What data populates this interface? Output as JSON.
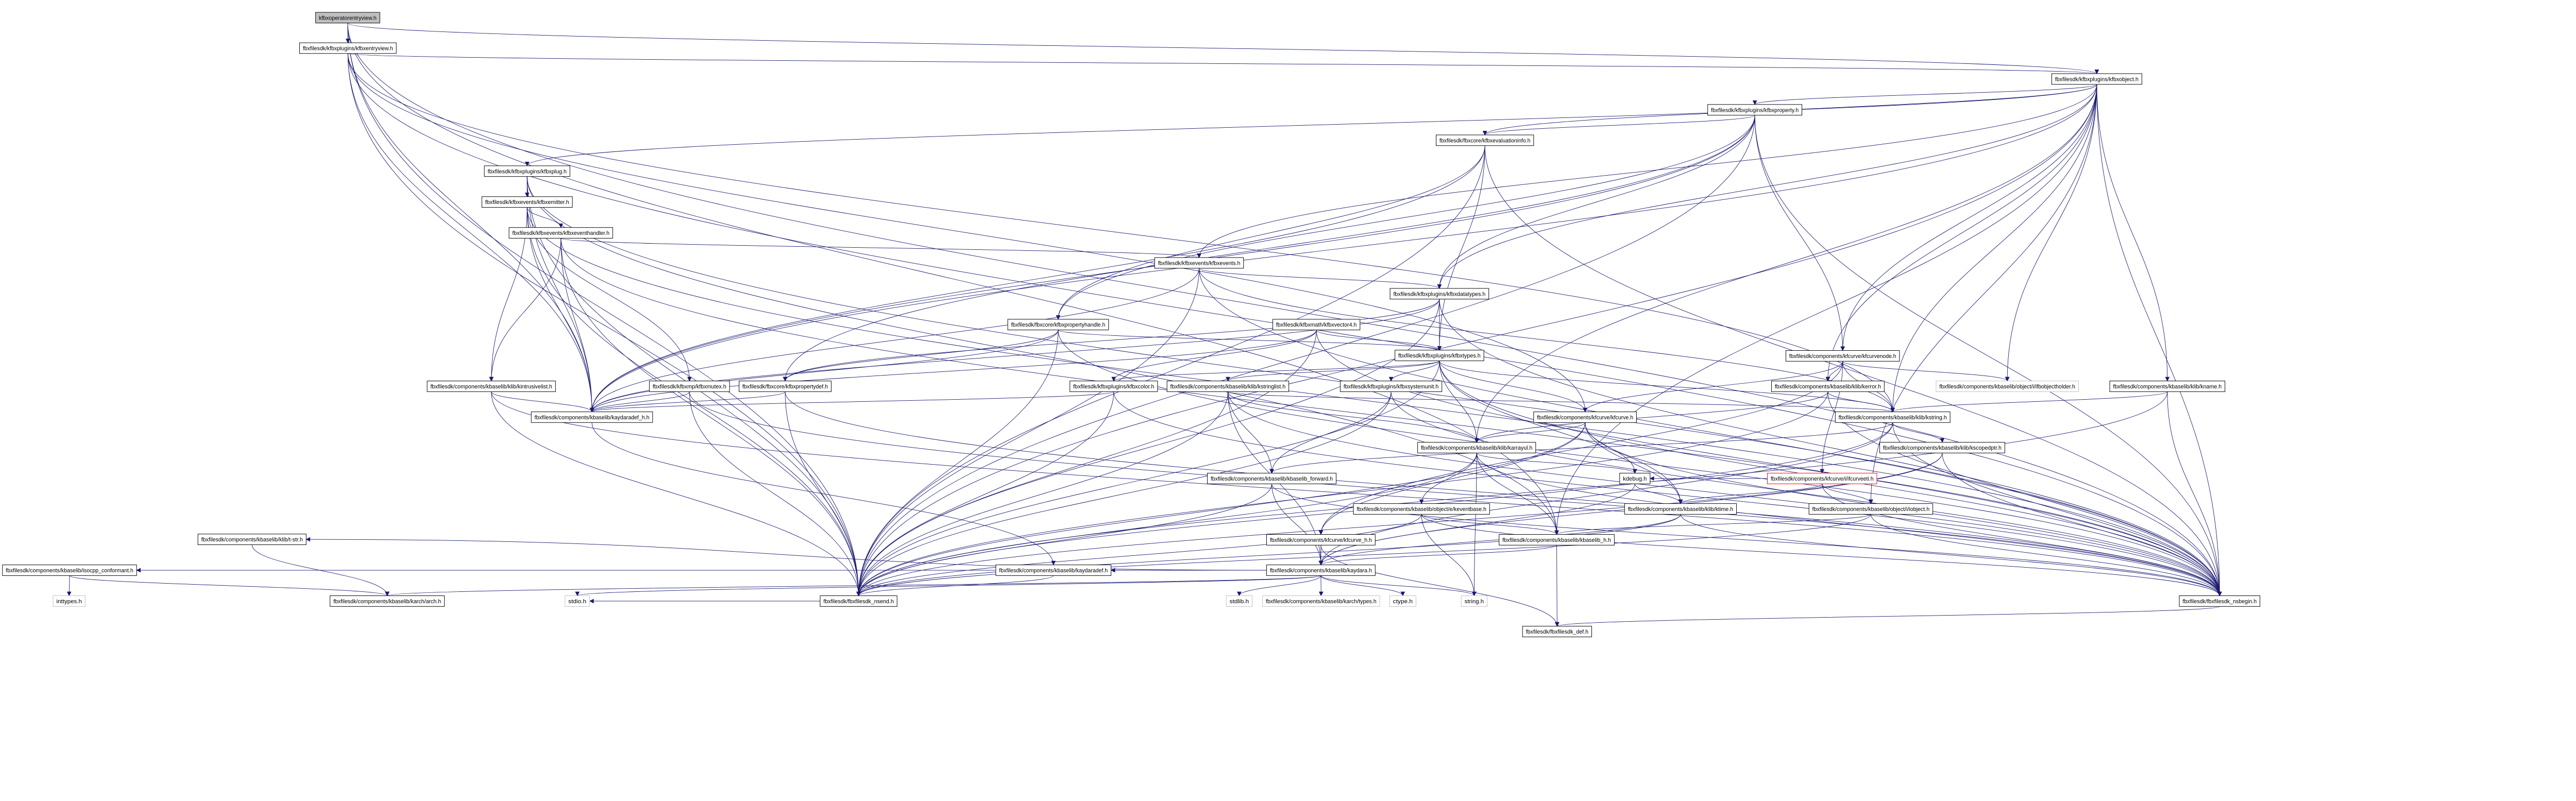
{
  "title": "kfbxoperatorentryview.h",
  "colors": {
    "edge": "#191970",
    "current_fill": "#bfbfbf",
    "external_border": "#bfbfbf",
    "missing_border": "#ff0000"
  },
  "nodes": [
    {
      "id": "root",
      "label": "kfbxoperatorentryview.h",
      "kind": "current"
    },
    {
      "id": "entryview",
      "label": "fbxfilesdk/kfbxplugins/kfbxentryview.h",
      "kind": "normal"
    },
    {
      "id": "object",
      "label": "fbxfilesdk/kfbxplugins/kfbxobject.h",
      "kind": "normal"
    },
    {
      "id": "property",
      "label": "fbxfilesdk/kfbxplugins/kfbxproperty.h",
      "kind": "normal"
    },
    {
      "id": "evalinfo",
      "label": "fbxfilesdk/fbxcore/kfbxevaluationinfo.h",
      "kind": "normal"
    },
    {
      "id": "plug",
      "label": "fbxfilesdk/kfbxplugins/kfbxplug.h",
      "kind": "normal"
    },
    {
      "id": "emitter",
      "label": "fbxfilesdk/kfbxevents/kfbxemitter.h",
      "kind": "normal"
    },
    {
      "id": "eventhandler",
      "label": "fbxfilesdk/kfbxevents/kfbxeventhandler.h",
      "kind": "normal"
    },
    {
      "id": "events",
      "label": "fbxfilesdk/kfbxevents/kfbxevents.h",
      "kind": "normal"
    },
    {
      "id": "datatypes",
      "label": "fbxfilesdk/kfbxplugins/kfbxdatatypes.h",
      "kind": "normal"
    },
    {
      "id": "propertyhandle",
      "label": "fbxfilesdk/fbxcore/kfbxpropertyhandle.h",
      "kind": "normal"
    },
    {
      "id": "vector4",
      "label": "fbxfilesdk/kfbxmath/kfbxvector4.h",
      "kind": "normal"
    },
    {
      "id": "types",
      "label": "fbxfilesdk/kfbxplugins/kfbxtypes.h",
      "kind": "normal"
    },
    {
      "id": "kfcurvenode",
      "label": "fbxfilesdk/components/kfcurve/kfcurvenode.h",
      "kind": "normal"
    },
    {
      "id": "intrusivelist",
      "label": "fbxfilesdk/components/kbaselib/klib/kintrusivelist.h",
      "kind": "normal"
    },
    {
      "id": "mutex",
      "label": "fbxfilesdk/kfbxmp/kfbxmutex.h",
      "kind": "normal"
    },
    {
      "id": "propertydef",
      "label": "fbxfilesdk/fbxcore/kfbxpropertydef.h",
      "kind": "normal"
    },
    {
      "id": "color",
      "label": "fbxfilesdk/kfbxplugins/kfbxcolor.h",
      "kind": "normal"
    },
    {
      "id": "stringlist",
      "label": "fbxfilesdk/components/kbaselib/klib/kstringlist.h",
      "kind": "normal"
    },
    {
      "id": "systemunit",
      "label": "fbxfilesdk/kfbxplugins/kfbxsystemunit.h",
      "kind": "normal"
    },
    {
      "id": "kerror",
      "label": "fbxfilesdk/components/kbaselib/klib/kerror.h",
      "kind": "normal"
    },
    {
      "id": "objectholder",
      "label": "fbxfilesdk/components/kbaselib/object/i/ifbobjectholder.h",
      "kind": "external"
    },
    {
      "id": "kname",
      "label": "fbxfilesdk/components/kbaselib/klib/kname.h",
      "kind": "normal"
    },
    {
      "id": "kaydaradef_h",
      "label": "fbxfilesdk/components/kbaselib/kaydaradef_h.h",
      "kind": "normal"
    },
    {
      "id": "kfcurve",
      "label": "fbxfilesdk/components/kfcurve/kfcurve.h",
      "kind": "normal"
    },
    {
      "id": "kstring",
      "label": "fbxfilesdk/components/kbaselib/klib/kstring.h",
      "kind": "normal"
    },
    {
      "id": "karrayul",
      "label": "fbxfilesdk/components/kbaselib/klib/karrayul.h",
      "kind": "normal"
    },
    {
      "id": "kscopedptr",
      "label": "fbxfilesdk/components/kbaselib/klib/kscopedptr.h",
      "kind": "normal"
    },
    {
      "id": "kbaselib_forward",
      "label": "fbxfilesdk/components/kbaselib/kbaselib_forward.h",
      "kind": "normal"
    },
    {
      "id": "kdebug",
      "label": "kdebug.h",
      "kind": "normal"
    },
    {
      "id": "ifcurveeti",
      "label": "fbxfilesdk/components/kfcurve/i/ifcurveeti.h",
      "kind": "missing"
    },
    {
      "id": "keventbase",
      "label": "fbxfilesdk/components/kbaselib/object/e/keventbase.h",
      "kind": "normal"
    },
    {
      "id": "ktime",
      "label": "fbxfilesdk/components/kbaselib/klib/ktime.h",
      "kind": "normal"
    },
    {
      "id": "iobject",
      "label": "fbxfilesdk/components/kbaselib/object/i/iobject.h",
      "kind": "normal"
    },
    {
      "id": "tstr",
      "label": "fbxfilesdk/components/kbaselib/klib/t-str.h",
      "kind": "normal"
    },
    {
      "id": "kfcurve_h",
      "label": "fbxfilesdk/components/kfcurve/kfcurve_h.h",
      "kind": "normal"
    },
    {
      "id": "kbaselib_h",
      "label": "fbxfilesdk/components/kbaselib/kbaselib_h.h",
      "kind": "normal"
    },
    {
      "id": "isocpp",
      "label": "fbxfilesdk/components/kbaselib/isocpp_conformant.h",
      "kind": "normal"
    },
    {
      "id": "kaydaradef",
      "label": "fbxfilesdk/components/kbaselib/kaydaradef.h",
      "kind": "normal"
    },
    {
      "id": "kaydara",
      "label": "fbxfilesdk/components/kbaselib/kaydara.h",
      "kind": "normal"
    },
    {
      "id": "inttypes",
      "label": "inttypes.h",
      "kind": "external"
    },
    {
      "id": "arch",
      "label": "fbxfilesdk/components/kbaselib/karch/arch.h",
      "kind": "normal"
    },
    {
      "id": "stdio",
      "label": "stdio.h",
      "kind": "external"
    },
    {
      "id": "nsend",
      "label": "fbxfilesdk/fbxfilesdk_nsend.h",
      "kind": "normal"
    },
    {
      "id": "stdlib",
      "label": "stdlib.h",
      "kind": "external"
    },
    {
      "id": "archtypes",
      "label": "fbxfilesdk/components/kbaselib/karch/types.h",
      "kind": "external"
    },
    {
      "id": "ctype",
      "label": "ctype.h",
      "kind": "external"
    },
    {
      "id": "string",
      "label": "string.h",
      "kind": "external"
    },
    {
      "id": "nsbegin",
      "label": "fbxfilesdk/fbxfilesdk_nsbegin.h",
      "kind": "normal"
    },
    {
      "id": "def",
      "label": "fbxfilesdk/fbxfilesdk_def.h",
      "kind": "normal"
    }
  ],
  "edges": [
    [
      "root",
      "entryview"
    ],
    [
      "root",
      "object"
    ],
    [
      "root",
      "kaydaradef_h"
    ],
    [
      "root",
      "nsbegin"
    ],
    [
      "root",
      "nsend"
    ],
    [
      "root",
      "kbaselib_h"
    ],
    [
      "entryview",
      "object"
    ],
    [
      "entryview",
      "kaydaradef_h"
    ],
    [
      "entryview",
      "nsbegin"
    ],
    [
      "entryview",
      "nsend"
    ],
    [
      "entryview",
      "kstring"
    ],
    [
      "entryview",
      "kfcurve"
    ],
    [
      "object",
      "property"
    ],
    [
      "object",
      "plug"
    ],
    [
      "object",
      "evalinfo"
    ],
    [
      "object",
      "events"
    ],
    [
      "object",
      "datatypes"
    ],
    [
      "object",
      "kaydaradef_h"
    ],
    [
      "object",
      "kfcurvenode"
    ],
    [
      "object",
      "kerror"
    ],
    [
      "object",
      "objectholder"
    ],
    [
      "object",
      "kname"
    ],
    [
      "object",
      "kstring"
    ],
    [
      "object",
      "karrayul"
    ],
    [
      "object",
      "iobject"
    ],
    [
      "object",
      "nsbegin"
    ],
    [
      "object",
      "nsend"
    ],
    [
      "object",
      "kbaselib_h"
    ],
    [
      "property",
      "propertyhandle"
    ],
    [
      "property",
      "propertydef"
    ],
    [
      "property",
      "datatypes"
    ],
    [
      "property",
      "evalinfo"
    ],
    [
      "property",
      "kaydaradef_h"
    ],
    [
      "property",
      "nsbegin"
    ],
    [
      "property",
      "nsend"
    ],
    [
      "property",
      "kfcurvenode"
    ],
    [
      "evalinfo",
      "propertyhandle"
    ],
    [
      "evalinfo",
      "kaydaradef_h"
    ],
    [
      "evalinfo",
      "nsbegin"
    ],
    [
      "evalinfo",
      "nsend"
    ],
    [
      "evalinfo",
      "types"
    ],
    [
      "plug",
      "emitter"
    ],
    [
      "plug",
      "kaydaradef_h"
    ],
    [
      "plug",
      "nsbegin"
    ],
    [
      "plug",
      "nsend"
    ],
    [
      "plug",
      "kbaselib_h"
    ],
    [
      "emitter",
      "eventhandler"
    ],
    [
      "emitter",
      "intrusivelist"
    ],
    [
      "emitter",
      "mutex"
    ],
    [
      "emitter",
      "kaydaradef_h"
    ],
    [
      "emitter",
      "nsbegin"
    ],
    [
      "emitter",
      "nsend"
    ],
    [
      "eventhandler",
      "intrusivelist"
    ],
    [
      "eventhandler",
      "events"
    ],
    [
      "eventhandler",
      "kaydaradef_h"
    ],
    [
      "eventhandler",
      "nsbegin"
    ],
    [
      "eventhandler",
      "nsend"
    ],
    [
      "events",
      "datatypes"
    ],
    [
      "events",
      "kaydaradef_h"
    ],
    [
      "events",
      "nsbegin"
    ],
    [
      "events",
      "nsend"
    ],
    [
      "events",
      "kstring"
    ],
    [
      "datatypes",
      "types"
    ],
    [
      "datatypes",
      "propertydef"
    ],
    [
      "datatypes",
      "kaydaradef_h"
    ],
    [
      "datatypes",
      "nsbegin"
    ],
    [
      "datatypes",
      "nsend"
    ],
    [
      "propertyhandle",
      "propertydef"
    ],
    [
      "propertyhandle",
      "types"
    ],
    [
      "propertyhandle",
      "kaydaradef_h"
    ],
    [
      "propertyhandle",
      "nsbegin"
    ],
    [
      "propertyhandle",
      "nsend"
    ],
    [
      "vector4",
      "types"
    ],
    [
      "vector4",
      "kaydaradef_h"
    ],
    [
      "vector4",
      "nsbegin"
    ],
    [
      "vector4",
      "nsend"
    ],
    [
      "vector4",
      "color"
    ],
    [
      "types",
      "color"
    ],
    [
      "types",
      "stringlist"
    ],
    [
      "types",
      "systemunit"
    ],
    [
      "types",
      "karrayul"
    ],
    [
      "types",
      "kstring"
    ],
    [
      "types",
      "kfcurve"
    ],
    [
      "types",
      "ktime"
    ],
    [
      "types",
      "nsbegin"
    ],
    [
      "types",
      "nsend"
    ],
    [
      "kfcurvenode",
      "kerror"
    ],
    [
      "kfcurvenode",
      "objectholder"
    ],
    [
      "kfcurvenode",
      "kstring"
    ],
    [
      "kfcurvenode",
      "kfcurve"
    ],
    [
      "kfcurvenode",
      "ifcurveeti"
    ],
    [
      "kfcurvenode",
      "kfcurve_h"
    ],
    [
      "intrusivelist",
      "kaydaradef_h"
    ],
    [
      "intrusivelist",
      "nsbegin"
    ],
    [
      "intrusivelist",
      "nsend"
    ],
    [
      "mutex",
      "kaydaradef_h"
    ],
    [
      "mutex",
      "nsbegin"
    ],
    [
      "mutex",
      "nsend"
    ],
    [
      "propertydef",
      "kaydaradef_h"
    ],
    [
      "propertydef",
      "nsbegin"
    ],
    [
      "propertydef",
      "nsend"
    ],
    [
      "color",
      "kaydaradef_h"
    ],
    [
      "color",
      "nsbegin"
    ],
    [
      "color",
      "nsend"
    ],
    [
      "stringlist",
      "karrayul"
    ],
    [
      "stringlist",
      "kstring"
    ],
    [
      "stringlist",
      "kaydara"
    ],
    [
      "stringlist",
      "kbaselib_forward"
    ],
    [
      "stringlist",
      "nsbegin"
    ],
    [
      "stringlist",
      "nsend"
    ],
    [
      "systemunit",
      "kbaselib_forward"
    ],
    [
      "systemunit",
      "nsbegin"
    ],
    [
      "systemunit",
      "nsend"
    ],
    [
      "kerror",
      "kstring"
    ],
    [
      "kerror",
      "karrayul"
    ],
    [
      "kerror",
      "nsbegin"
    ],
    [
      "kerror",
      "nsend"
    ],
    [
      "kname",
      "kstring"
    ],
    [
      "kname",
      "nsbegin"
    ],
    [
      "kname",
      "nsend"
    ],
    [
      "kaydaradef_h",
      "kaydaradef"
    ],
    [
      "kfcurve",
      "kfcurve_h"
    ],
    [
      "kfcurve",
      "kdebug"
    ],
    [
      "kfcurve",
      "ktime"
    ],
    [
      "kfcurve",
      "karrayul"
    ],
    [
      "kfcurve",
      "nsbegin"
    ],
    [
      "kfcurve",
      "nsend"
    ],
    [
      "kstring",
      "kscopedptr"
    ],
    [
      "kstring",
      "kaydara"
    ],
    [
      "kstring",
      "kbaselib_forward"
    ],
    [
      "kstring",
      "nsbegin"
    ],
    [
      "kstring",
      "nsend"
    ],
    [
      "karrayul",
      "kbaselib_h"
    ],
    [
      "karrayul",
      "kdebug"
    ],
    [
      "karrayul",
      "keventbase"
    ],
    [
      "karrayul",
      "string"
    ],
    [
      "karrayul",
      "nsbegin"
    ],
    [
      "karrayul",
      "nsend"
    ],
    [
      "kscopedptr",
      "kaydara"
    ],
    [
      "kscopedptr",
      "nsbegin"
    ],
    [
      "kscopedptr",
      "nsend"
    ],
    [
      "kbaselib_forward",
      "kaydara"
    ],
    [
      "kbaselib_forward",
      "nsbegin"
    ],
    [
      "kbaselib_forward",
      "nsend"
    ],
    [
      "kdebug",
      "ktime"
    ],
    [
      "kdebug",
      "kaydara"
    ],
    [
      "ifcurveeti",
      "ktime"
    ],
    [
      "ifcurveeti",
      "iobject"
    ],
    [
      "ifcurveeti",
      "kdebug"
    ],
    [
      "ifcurveeti",
      "nsbegin"
    ],
    [
      "keventbase",
      "kbaselib_h"
    ],
    [
      "keventbase",
      "string"
    ],
    [
      "keventbase",
      "nsbegin"
    ],
    [
      "keventbase",
      "nsend"
    ],
    [
      "ktime",
      "kaydara"
    ],
    [
      "ktime",
      "nsbegin"
    ],
    [
      "ktime",
      "nsend"
    ],
    [
      "iobject",
      "kbaselib_h"
    ],
    [
      "iobject",
      "nsbegin"
    ],
    [
      "iobject",
      "nsend"
    ],
    [
      "tstr",
      "arch"
    ],
    [
      "kfcurve_h",
      "kaydara"
    ],
    [
      "kfcurve_h",
      "def"
    ],
    [
      "kbaselib_h",
      "def"
    ],
    [
      "kbaselib_h",
      "kaydara"
    ],
    [
      "isocpp",
      "inttypes"
    ],
    [
      "isocpp",
      "arch"
    ],
    [
      "kaydaradef",
      "nsend"
    ],
    [
      "kaydara",
      "stdlib"
    ],
    [
      "kaydara",
      "archtypes"
    ],
    [
      "kaydara",
      "ctype"
    ],
    [
      "kaydara",
      "string"
    ],
    [
      "kaydara",
      "kaydaradef"
    ],
    [
      "kaydara",
      "isocpp"
    ],
    [
      "kaydara",
      "tstr"
    ],
    [
      "kaydara",
      "stdio"
    ],
    [
      "kaydara",
      "arch"
    ],
    [
      "nsbegin",
      "def"
    ],
    [
      "nsend",
      "stdio"
    ]
  ]
}
